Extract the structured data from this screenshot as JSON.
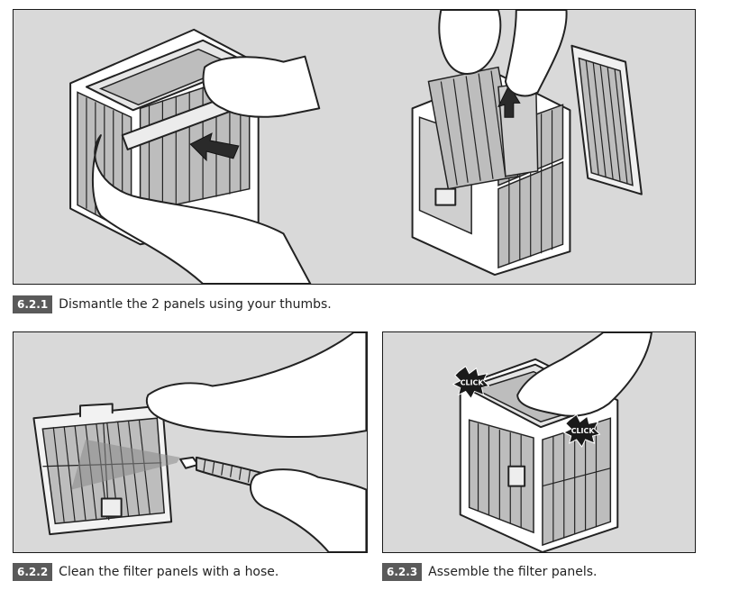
{
  "steps": [
    {
      "number": "6.2.1",
      "text": "Dismantle the 2 panels using your thumbs."
    },
    {
      "number": "6.2.2",
      "text": "Clean the filter panels with a hose."
    },
    {
      "number": "6.2.3",
      "text": "Assemble the filter panels."
    }
  ],
  "callouts": {
    "click_left": "CLICK",
    "click_right": "CLICK"
  },
  "colors": {
    "panel_bg": "#d9d9d9",
    "badge_bg": "#5a5a5a",
    "border": "#1a1a1a"
  }
}
